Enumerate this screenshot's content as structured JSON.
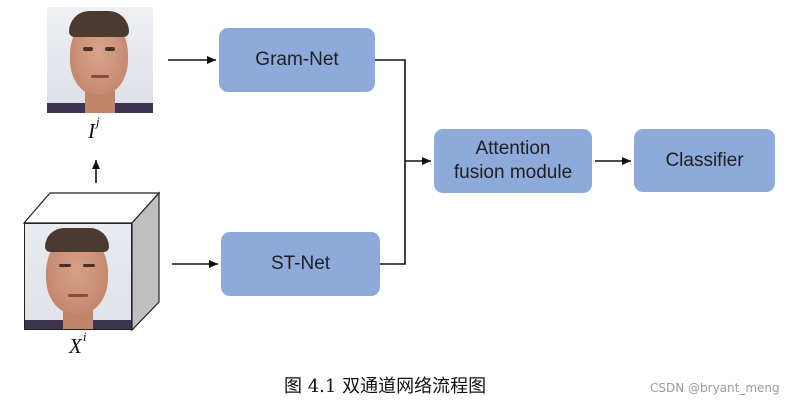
{
  "diagram": {
    "nodes": {
      "gram_net": "Gram-Net",
      "st_net": "ST-Net",
      "attention_line1": "Attention",
      "attention_line2": "fusion module",
      "classifier": "Classifier"
    },
    "labels": {
      "frame_base": "I",
      "frame_sup": "j",
      "clip_base": "X",
      "clip_sup": "i"
    },
    "colors": {
      "node_fill": "#8eaadb",
      "arrow": "#111111"
    }
  },
  "caption": "图 4.1 双通道网络流程图",
  "watermark": "CSDN @bryant_meng"
}
